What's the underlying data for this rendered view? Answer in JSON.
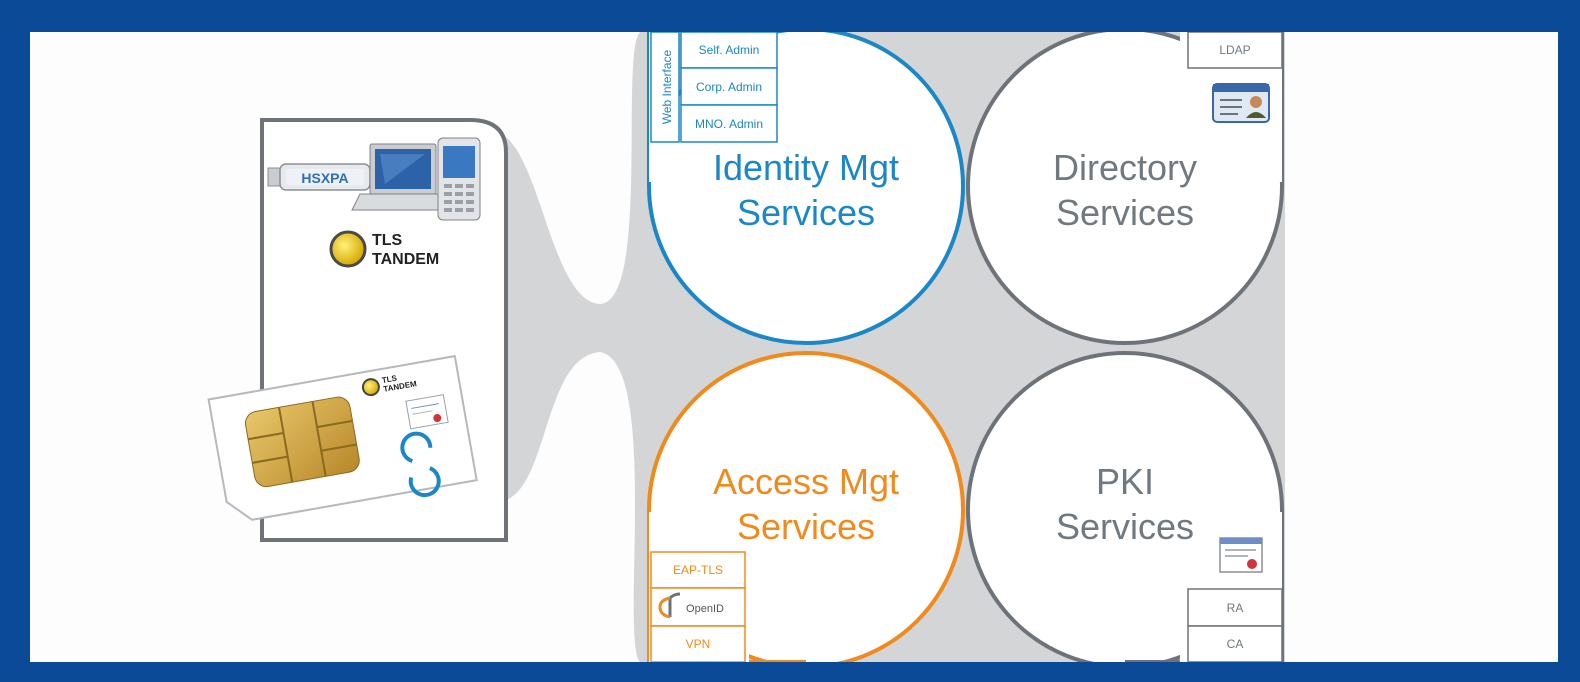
{
  "colors": {
    "frame": "#0a4a96",
    "identity": "#1b87c6",
    "access": "#f08a1c",
    "services_gray": "#6e737a",
    "background_gray": "#d3d5d7"
  },
  "identity": {
    "title_line1": "Identity Mgt",
    "title_line2": "Services",
    "web_interface_label": "Web Interface",
    "admin_items": [
      "Self. Admin",
      "Corp. Admin",
      "MNO. Admin"
    ]
  },
  "directory": {
    "title_line1": "Directory",
    "title_line2": "Services",
    "ldap_label": "LDAP",
    "icon": "id-card-icon"
  },
  "access": {
    "title_line1": "Access Mgt",
    "title_line2": "Services",
    "items": [
      "EAP-TLS",
      "OpenID",
      "VPN"
    ],
    "openid_icon": "openid-logo-icon"
  },
  "pki": {
    "title_line1": "PKI",
    "title_line2": "Services",
    "items": [
      "RA",
      "CA"
    ],
    "icon": "certificate-icon"
  },
  "devices": {
    "usb_label": "HSXPA",
    "brand_line1": "TLS",
    "brand_line2": "TANDEM",
    "icons": [
      "usb-modem-icon",
      "laptop-icon",
      "mobile-phone-icon",
      "sim-card-icon"
    ]
  }
}
